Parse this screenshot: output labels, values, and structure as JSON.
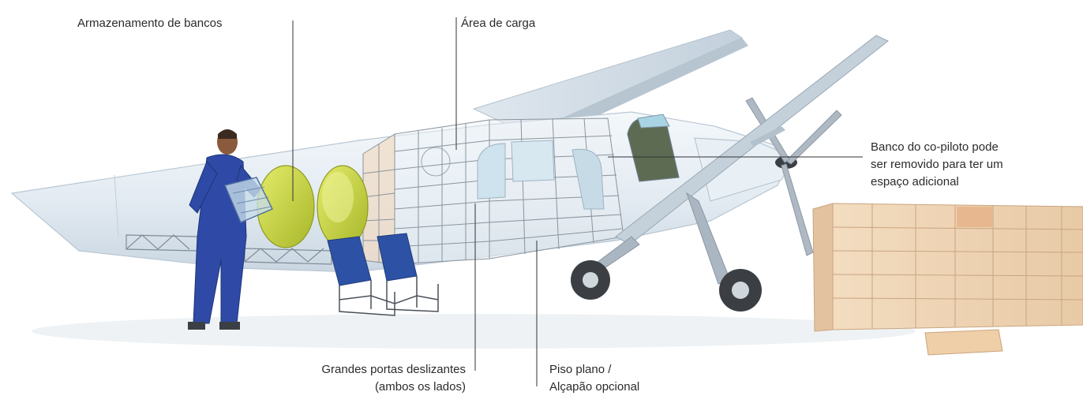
{
  "callouts": {
    "seat_storage": "Armazenamento de bancos",
    "cargo_area": "Área de carga",
    "copilot_seat_line1": "Banco do co-piloto pode",
    "copilot_seat_line2": "ser removido para ter um",
    "copilot_seat_line3": "espaço adicional",
    "sliding_doors_line1": "Grandes portas deslizantes",
    "sliding_doors_line2": "(ambos os lados)",
    "flat_floor_line1": "Piso plano /",
    "flat_floor_line2": "Alçapão opcional"
  },
  "colors": {
    "fuselage": "#e6eef5",
    "fuselage_edge": "#b9c7d3",
    "seat_cushion": "#c8d63a",
    "seat_frame": "#2c4fa0",
    "flight_suit": "#2e4aa6",
    "boxes": "#efd6b8",
    "box_lines": "#c9a57f",
    "strut": "#a9b8c6"
  },
  "icons": {
    "aircraft": "utility-aircraft-illustration",
    "person": "crew-member-illustration",
    "cargo": "cardboard-boxes-illustration"
  }
}
